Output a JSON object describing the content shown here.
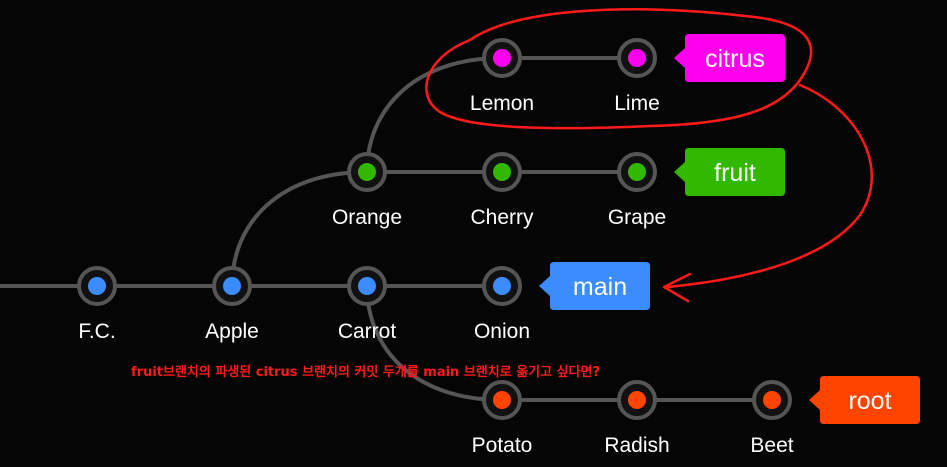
{
  "colors": {
    "background": "#050505",
    "edge": "#555555",
    "node_ring": "#555555",
    "node_fill": "#111111",
    "label": "#ffffff",
    "main": "#3b8cff",
    "fruit": "#33b800",
    "citrus": "#ff00ee",
    "root": "#ff4400",
    "annotation": "#ff1a1a"
  },
  "branches": {
    "main": {
      "label": "main",
      "color": "#3b8cff",
      "commits": [
        "F.C.",
        "Apple",
        "Carrot",
        "Onion"
      ]
    },
    "fruit": {
      "label": "fruit",
      "color": "#33b800",
      "commits": [
        "Orange",
        "Cherry",
        "Grape"
      ]
    },
    "citrus": {
      "label": "citrus",
      "color": "#ff00ee",
      "commits": [
        "Lemon",
        "Lime"
      ]
    },
    "root": {
      "label": "root",
      "color": "#ff4400",
      "commits": [
        "Potato",
        "Radish",
        "Beet"
      ]
    }
  },
  "annotation": {
    "text": "fruit브랜치의 파생된 citrus 브랜치의 커밋 두개를 main 브랜치로 옮기고 싶다면?"
  }
}
